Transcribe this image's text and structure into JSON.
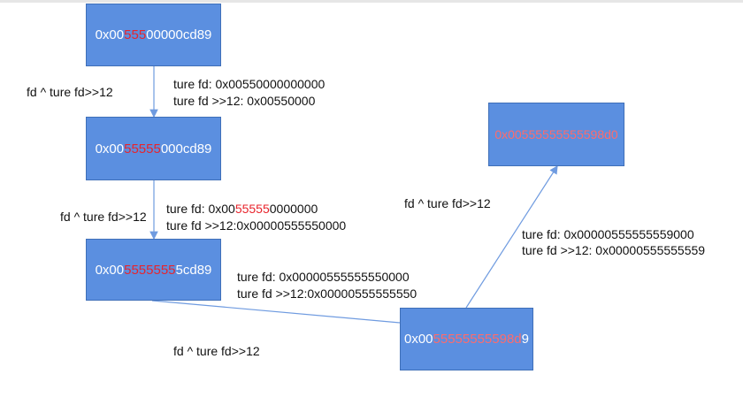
{
  "colors": {
    "box": "#5b8fe0",
    "highlight": "#e8242c",
    "line": "#6f9be0"
  },
  "boxes": [
    {
      "id": "b1",
      "parts": [
        {
          "t": "0x00",
          "c": ""
        },
        {
          "t": "55",
          "c": "red"
        },
        {
          "t": "5",
          "c": "red"
        },
        {
          "t": "00000cd89",
          "c": ""
        }
      ]
    },
    {
      "id": "b2",
      "parts": [
        {
          "t": "0x00",
          "c": ""
        },
        {
          "t": "55555",
          "c": "red"
        },
        {
          "t": "000cd89",
          "c": ""
        }
      ]
    },
    {
      "id": "b3",
      "parts": [
        {
          "t": "0x00",
          "c": ""
        },
        {
          "t": "5555555",
          "c": "red"
        },
        {
          "t": "5cd89",
          "c": ""
        }
      ]
    },
    {
      "id": "b4",
      "parts": [
        {
          "t": "0x00",
          "c": ""
        },
        {
          "t": "55555555598d",
          "c": "pink"
        },
        {
          "t": "9",
          "c": ""
        }
      ]
    },
    {
      "id": "b5",
      "parts": [
        {
          "t": "0x00555555555598d0",
          "c": "pink"
        }
      ]
    }
  ],
  "labels": {
    "op1": "fd ^ ture fd>>12",
    "op2": "fd ^ ture fd>>12",
    "op3": "fd ^ ture fd>>12",
    "op4": "fd ^ ture fd>>12",
    "n1_line1": "ture fd:  0x00550000000000",
    "n1_line2": "ture fd >>12: 0x00550000",
    "n2_line1_pre": "ture fd:  0x00",
    "n2_line1_red": "55555",
    "n2_line1_post": "0000000",
    "n2_line2": "ture fd >>12:0x00000555550000",
    "n3_line1": "ture fd:  0x00000555555550000",
    "n3_line2": "ture fd >>12:0x00000555555550",
    "n4_line1": "ture fd:   0x00000555555559000",
    "n4_line2": "ture fd >>12: 0x00000555555559"
  }
}
